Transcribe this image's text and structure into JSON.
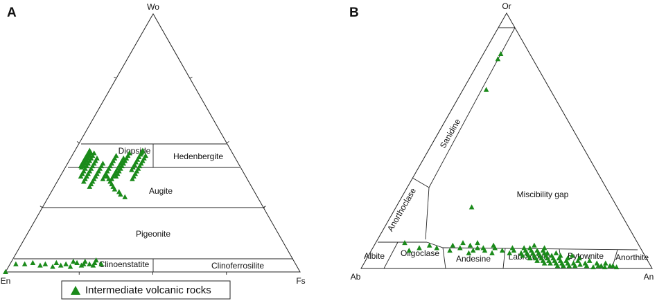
{
  "panels": [
    {
      "letter": "A",
      "apices": {
        "top": "Wo",
        "left": "En",
        "right": "Fs"
      },
      "fields": {
        "diopside": "Diopside",
        "hedenbergite": "Hedenbergite",
        "augite": "Augite",
        "pigeonite": "Pigeonite",
        "clinoenstatite": "Clinoenstatite",
        "clinoferrosilite": "Clinoferrosilite"
      }
    },
    {
      "letter": "B",
      "apices": {
        "top": "Or",
        "left": "Ab",
        "right": "An"
      },
      "fields": {
        "sanidine": "Sanidine",
        "miscibility_gap": "Miscibility gap",
        "anorthoclase": "Anorthoclase",
        "albite": "Albite",
        "oligoclase": "Oligoclase",
        "andesine": "Andesine",
        "labradorite": "Labradorite",
        "bytownite": "Bytownite",
        "anorthite": "Anorthite"
      }
    }
  ],
  "legend": {
    "label": "Intermediate volcanic rocks",
    "marker_color": "#1a8a1a"
  },
  "chart_data": [
    {
      "type": "scatter",
      "subtype": "ternary",
      "components": [
        "Wo",
        "En",
        "Fs"
      ],
      "series": [
        {
          "name": "Intermediate volcanic rocks",
          "points": [
            [
              47,
              48,
              5
            ],
            [
              46.5,
              48.5,
              5
            ],
            [
              46,
              49,
              5
            ],
            [
              46,
              48,
              6
            ],
            [
              45.5,
              49.5,
              5
            ],
            [
              45,
              50,
              5
            ],
            [
              45,
              49,
              6
            ],
            [
              44.5,
              50.5,
              5
            ],
            [
              44,
              51,
              5
            ],
            [
              44,
              50,
              6
            ],
            [
              43.5,
              51.5,
              5
            ],
            [
              43,
              52,
              5
            ],
            [
              43,
              51,
              6
            ],
            [
              42.5,
              52.5,
              5
            ],
            [
              42,
              53,
              5
            ],
            [
              42,
              52,
              6
            ],
            [
              41.5,
              53,
              5.5
            ],
            [
              41,
              54,
              5
            ],
            [
              41,
              53,
              6
            ],
            [
              40.5,
              54,
              5.5
            ],
            [
              46,
              47,
              7
            ],
            [
              45,
              48,
              7
            ],
            [
              44,
              49,
              7
            ],
            [
              43,
              50,
              7
            ],
            [
              42,
              51,
              7
            ],
            [
              41,
              52,
              7
            ],
            [
              40,
              53,
              7
            ],
            [
              39,
              54,
              7
            ],
            [
              38,
              55,
              7
            ],
            [
              37,
              56,
              7
            ],
            [
              44,
              47,
              9
            ],
            [
              43,
              48,
              9
            ],
            [
              42,
              49,
              9
            ],
            [
              41,
              50,
              9
            ],
            [
              40,
              51,
              9
            ],
            [
              39,
              52,
              9
            ],
            [
              38,
              53,
              9
            ],
            [
              37,
              54,
              9
            ],
            [
              36,
              55,
              9
            ],
            [
              35,
              56,
              9
            ],
            [
              42,
              46,
              12
            ],
            [
              41,
              47,
              12
            ],
            [
              40,
              48,
              12
            ],
            [
              39,
              49,
              12
            ],
            [
              38,
              50,
              12
            ],
            [
              37,
              51,
              12
            ],
            [
              36,
              52,
              12
            ],
            [
              35,
              53,
              12
            ],
            [
              34,
              54,
              12
            ],
            [
              33,
              55,
              12
            ],
            [
              45,
              40,
              15
            ],
            [
              44,
              41,
              15
            ],
            [
              43,
              42,
              15
            ],
            [
              42,
              43,
              15
            ],
            [
              41,
              44,
              15
            ],
            [
              40,
              45,
              15
            ],
            [
              39,
              46,
              15
            ],
            [
              38,
              47,
              15
            ],
            [
              37,
              48,
              15
            ],
            [
              36,
              49,
              15
            ],
            [
              44,
              38,
              18
            ],
            [
              43,
              39,
              18
            ],
            [
              42,
              40,
              18
            ],
            [
              41,
              41,
              18
            ],
            [
              40,
              42,
              18
            ],
            [
              39,
              43,
              18
            ],
            [
              38,
              44,
              18
            ],
            [
              37,
              45,
              18
            ],
            [
              36,
              46,
              18
            ],
            [
              35,
              47,
              18
            ],
            [
              46,
              35,
              19
            ],
            [
              45,
              36,
              19
            ],
            [
              44,
              37,
              19
            ],
            [
              43,
              38,
              19
            ],
            [
              42,
              39,
              19
            ],
            [
              41,
              40,
              19
            ],
            [
              40,
              41,
              19
            ],
            [
              39,
              42,
              19
            ],
            [
              38,
              43,
              19
            ],
            [
              37,
              44,
              19
            ],
            [
              45,
              30,
              25
            ],
            [
              44,
              31,
              25
            ],
            [
              43,
              32,
              25
            ],
            [
              42,
              33,
              25
            ],
            [
              41,
              34,
              25
            ],
            [
              40,
              35,
              25
            ],
            [
              39,
              36,
              25
            ],
            [
              38,
              37,
              25
            ],
            [
              37,
              38,
              25
            ],
            [
              36,
              39,
              25
            ],
            [
              47,
              30,
              23
            ],
            [
              46.5,
              30.5,
              23
            ],
            [
              46,
              31,
              23
            ],
            [
              45.5,
              31.5,
              23
            ],
            [
              44.5,
              32.5,
              23
            ],
            [
              43.5,
              33.5,
              23
            ],
            [
              42.5,
              34.5,
              23
            ],
            [
              41.5,
              35.5,
              23
            ],
            [
              40.5,
              36.5,
              23
            ],
            [
              39.5,
              37.5,
              23
            ],
            [
              38,
              47,
              15
            ],
            [
              37,
              47,
              16
            ],
            [
              36,
              47,
              17
            ],
            [
              35,
              47,
              18
            ],
            [
              34,
              47,
              19
            ],
            [
              33,
              47,
              20
            ],
            [
              32,
              47,
              21
            ],
            [
              31,
              46,
              23
            ],
            [
              30,
              46,
              24
            ],
            [
              29,
              45,
              26
            ],
            [
              3,
              95,
              2
            ],
            [
              3,
              92,
              5
            ],
            [
              3.5,
              89,
              7.5
            ],
            [
              2.5,
              87,
              10.5
            ],
            [
              3,
              85,
              12
            ],
            [
              2,
              83,
              15
            ],
            [
              3.5,
              81,
              15.5
            ],
            [
              2.5,
              80,
              17.5
            ],
            [
              3,
              78,
              19
            ],
            [
              2,
              77,
              21
            ],
            [
              4,
              75,
              21
            ],
            [
              3.5,
              74,
              22.5
            ],
            [
              2.5,
              73,
              24.5
            ],
            [
              3,
              72,
              25
            ],
            [
              4,
              71,
              25
            ],
            [
              3,
              70,
              27
            ],
            [
              2.5,
              69,
              28.5
            ],
            [
              3.5,
              68,
              28.5
            ],
            [
              4.5,
              67,
              28.5
            ],
            [
              3,
              66,
              31
            ],
            [
              0,
              100,
              0
            ]
          ]
        }
      ]
    },
    {
      "type": "scatter",
      "subtype": "ternary",
      "components": [
        "Or",
        "Ab",
        "An"
      ],
      "series": [
        {
          "name": "Intermediate volcanic rocks",
          "points": [
            [
              84,
              10,
              6
            ],
            [
              82,
              12,
              6
            ],
            [
              70,
              22,
              8
            ],
            [
              24,
              50,
              26
            ],
            [
              10,
              80,
              10
            ],
            [
              8,
              76,
              16
            ],
            [
              7,
              80,
              13
            ],
            [
              9,
              72,
              19
            ],
            [
              8,
              70,
              22
            ],
            [
              7,
              66,
              27
            ],
            [
              9,
              64,
              27
            ],
            [
              8,
              62,
              30
            ],
            [
              6,
              60,
              34
            ],
            [
              7,
              58,
              35
            ],
            [
              8,
              56,
              36
            ],
            [
              7,
              54,
              39
            ],
            [
              6,
              52,
              42
            ],
            [
              9,
              50,
              41
            ],
            [
              8,
              50,
              42
            ],
            [
              7,
              48,
              45
            ],
            [
              6,
              46,
              48
            ],
            [
              8,
              44,
              48
            ],
            [
              7,
              44,
              49
            ],
            [
              6,
              42,
              52
            ],
            [
              5,
              42,
              53
            ],
            [
              8,
              40,
              52
            ],
            [
              7,
              40,
              53
            ],
            [
              6,
              40,
              54
            ],
            [
              5,
              40,
              55
            ],
            [
              4,
              40,
              56
            ],
            [
              8,
              38,
              54
            ],
            [
              7,
              38,
              55
            ],
            [
              6,
              38,
              56
            ],
            [
              5,
              38,
              57
            ],
            [
              4,
              38,
              58
            ],
            [
              3,
              38,
              59
            ],
            [
              7,
              36,
              57
            ],
            [
              6,
              36,
              58
            ],
            [
              5,
              36,
              59
            ],
            [
              4,
              36,
              60
            ],
            [
              3,
              36,
              61
            ],
            [
              2,
              36,
              62
            ],
            [
              6,
              34,
              60
            ],
            [
              5,
              34,
              61
            ],
            [
              4,
              34,
              62
            ],
            [
              3,
              34,
              63
            ],
            [
              2,
              34,
              64
            ],
            [
              5,
              32,
              63
            ],
            [
              4,
              32,
              64
            ],
            [
              3,
              32,
              65
            ],
            [
              2,
              32,
              66
            ],
            [
              1,
              32,
              67
            ],
            [
              4,
              30,
              66
            ],
            [
              3,
              30,
              67
            ],
            [
              2,
              30,
              68
            ],
            [
              1,
              30,
              69
            ],
            [
              3,
              28,
              69
            ],
            [
              2,
              28,
              70
            ],
            [
              1,
              28,
              71
            ],
            [
              2,
              26,
              72
            ],
            [
              1,
              26,
              73
            ],
            [
              1.5,
              24,
              74.5
            ],
            [
              1,
              22,
              77
            ],
            [
              0.5,
              20,
              79.5
            ],
            [
              1,
              18,
              81
            ],
            [
              0.5,
              16,
              83.5
            ],
            [
              1,
              14,
              85
            ],
            [
              0.5,
              12,
              87.5
            ],
            [
              7,
              34,
              59
            ],
            [
              6,
              33,
              61
            ],
            [
              8,
              33,
              59
            ],
            [
              9,
              36,
              55
            ],
            [
              6,
              30,
              64
            ],
            [
              5,
              29,
              66
            ],
            [
              4,
              27,
              69
            ],
            [
              5,
              25,
              70
            ],
            [
              3,
              24,
              73
            ],
            [
              4,
              23,
              73
            ],
            [
              2,
              22,
              76
            ],
            [
              3,
              20,
              77
            ],
            [
              2,
              18,
              80
            ],
            [
              1,
              17,
              82
            ],
            [
              2,
              15,
              83
            ],
            [
              1,
              13,
              86
            ],
            [
              10,
              60,
              30
            ],
            [
              9,
              58,
              33
            ],
            [
              8,
              54,
              38
            ],
            [
              10,
              55,
              35
            ]
          ]
        }
      ]
    }
  ]
}
